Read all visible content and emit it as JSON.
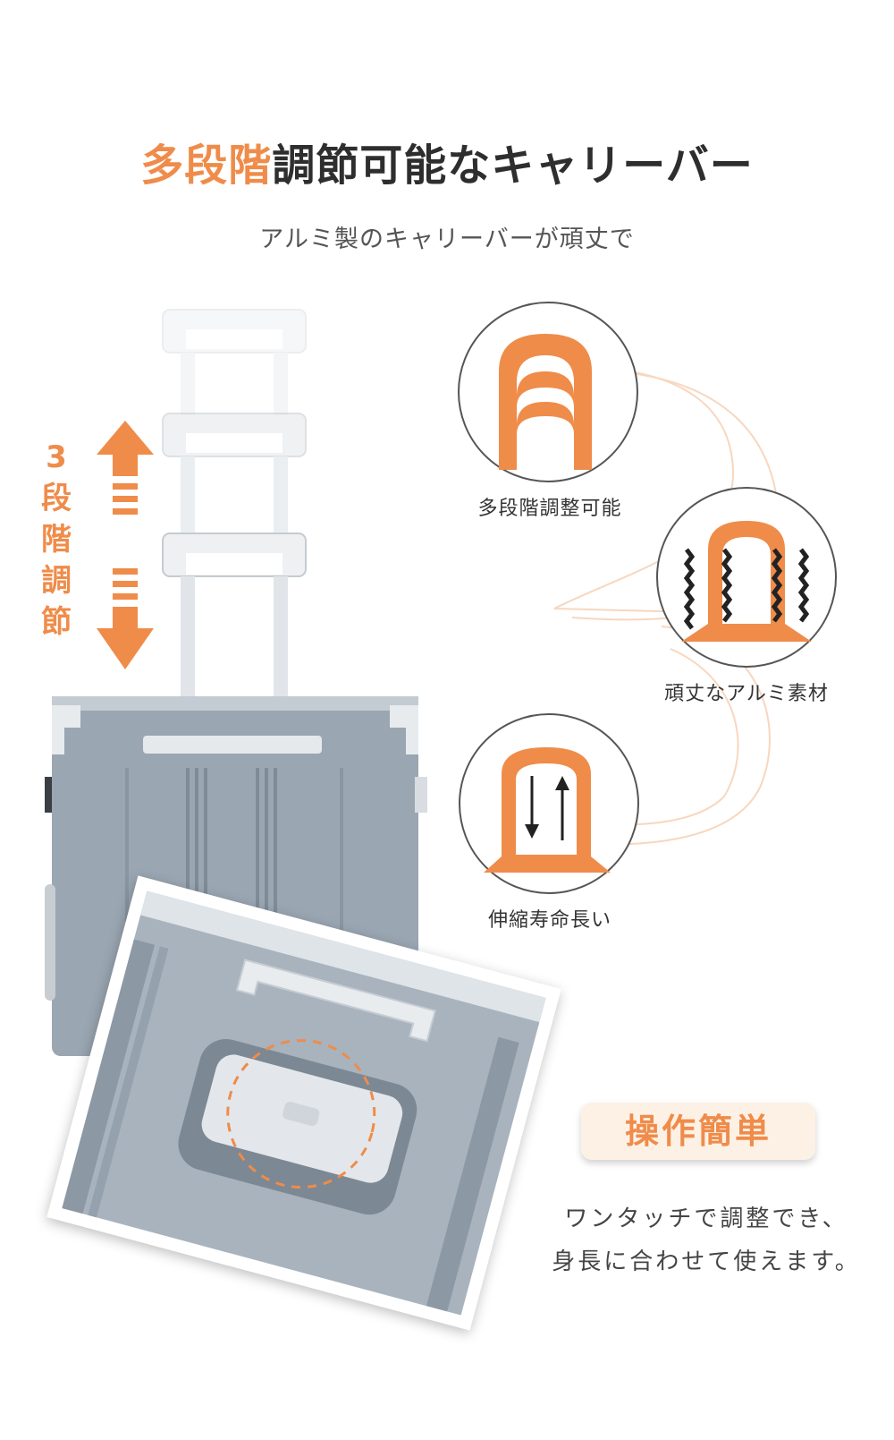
{
  "heading": {
    "highlight": "多段階",
    "rest": "調節可能なキャリーバー"
  },
  "subheading": "アルミ製のキャリーバーが頑丈で",
  "vertical_label": [
    "3",
    "段",
    "階",
    "調",
    "節"
  ],
  "features": [
    {
      "icon": "multi-stage-handle-icon",
      "label": "多段階調整可能"
    },
    {
      "icon": "aluminum-frame-icon",
      "label": "頑丈なアルミ素材"
    },
    {
      "icon": "telescoping-arrows-icon",
      "label": "伸縮寿命長い"
    }
  ],
  "badge": "操作簡単",
  "description": [
    "ワンタッチで調整でき、",
    "身長に合わせて使えます。"
  ],
  "colors": {
    "accent": "#ef8c4a",
    "heading": "#2e2e2e",
    "suitcase": "#9aa6b2",
    "badge_bg": "#fdf1e6"
  }
}
